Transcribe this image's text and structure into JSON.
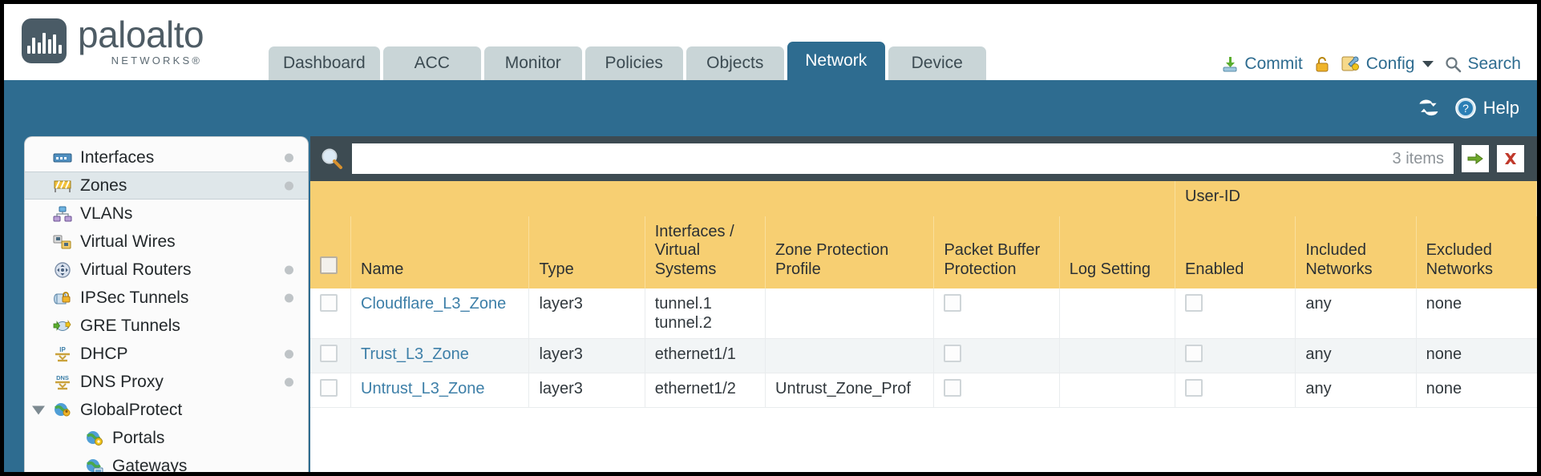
{
  "brand": {
    "name": "paloalto",
    "sub": "NETWORKS®",
    "logo_icon": "paloalto-bars-logo"
  },
  "nav": {
    "tabs": [
      {
        "label": "Dashboard",
        "active": false
      },
      {
        "label": "ACC",
        "active": false
      },
      {
        "label": "Monitor",
        "active": false
      },
      {
        "label": "Policies",
        "active": false
      },
      {
        "label": "Objects",
        "active": false
      },
      {
        "label": "Network",
        "active": true
      },
      {
        "label": "Device",
        "active": false
      }
    ]
  },
  "header_tools": {
    "commit_label": "Commit",
    "commit_icon": "commit-download-icon",
    "lock_icon": "lock-icon",
    "config_label": "Config",
    "config_icon": "config-wrench-icon",
    "config_caret": "chevron-down-icon",
    "search_label": "Search",
    "search_icon": "search-icon"
  },
  "blueband": {
    "refresh_icon": "refresh-icon",
    "help_label": "Help",
    "help_icon": "help-question-icon"
  },
  "sidebar": {
    "items": [
      {
        "label": "Interfaces",
        "icon": "interfaces-icon",
        "dot": true,
        "selected": false,
        "child": false,
        "expander": false
      },
      {
        "label": "Zones",
        "icon": "zones-icon",
        "dot": true,
        "selected": true,
        "child": false,
        "expander": false
      },
      {
        "label": "VLANs",
        "icon": "vlans-icon",
        "dot": false,
        "selected": false,
        "child": false,
        "expander": false
      },
      {
        "label": "Virtual Wires",
        "icon": "virtual-wires-icon",
        "dot": false,
        "selected": false,
        "child": false,
        "expander": false
      },
      {
        "label": "Virtual Routers",
        "icon": "virtual-routers-icon",
        "dot": true,
        "selected": false,
        "child": false,
        "expander": false
      },
      {
        "label": "IPSec Tunnels",
        "icon": "ipsec-tunnels-icon",
        "dot": true,
        "selected": false,
        "child": false,
        "expander": false
      },
      {
        "label": "GRE Tunnels",
        "icon": "gre-tunnels-icon",
        "dot": false,
        "selected": false,
        "child": false,
        "expander": false
      },
      {
        "label": "DHCP",
        "icon": "dhcp-icon",
        "dot": true,
        "selected": false,
        "child": false,
        "expander": false
      },
      {
        "label": "DNS Proxy",
        "icon": "dns-proxy-icon",
        "dot": true,
        "selected": false,
        "child": false,
        "expander": false
      },
      {
        "label": "GlobalProtect",
        "icon": "globalprotect-icon",
        "dot": false,
        "selected": false,
        "child": false,
        "expander": true
      },
      {
        "label": "Portals",
        "icon": "portals-icon",
        "dot": false,
        "selected": false,
        "child": true,
        "expander": false
      },
      {
        "label": "Gateways",
        "icon": "gateways-icon",
        "dot": false,
        "selected": false,
        "child": true,
        "expander": false
      }
    ]
  },
  "search": {
    "value": "",
    "placeholder": "",
    "icon": "search-icon",
    "items_count": "3 items",
    "go_icon": "arrow-right-icon",
    "clear_icon": "close-x-icon"
  },
  "table": {
    "group_header": "User-ID",
    "columns": [
      "Name",
      "Type",
      "Interfaces / Virtual Systems",
      "Zone Protection Profile",
      "Packet Buffer Protection",
      "Log Setting",
      "Enabled",
      "Included Networks",
      "Excluded Networks"
    ],
    "columns_split": {
      "interfaces": [
        "Interfaces /",
        "Virtual",
        "Systems"
      ],
      "zone_protection": [
        "Zone Protection",
        "Profile"
      ],
      "packet_buffer": [
        "Packet Buffer",
        "Protection"
      ],
      "included": [
        "Included",
        "Networks"
      ],
      "excluded": [
        "Excluded",
        "Networks"
      ]
    },
    "rows": [
      {
        "name": "Cloudflare_L3_Zone",
        "type": "layer3",
        "interfaces": [
          "tunnel.1",
          "tunnel.2"
        ],
        "zone_protection_profile": "",
        "packet_buffer_protection": false,
        "log_setting": "",
        "userid_enabled": false,
        "included_networks": "any",
        "excluded_networks": "none"
      },
      {
        "name": "Trust_L3_Zone",
        "type": "layer3",
        "interfaces": [
          "ethernet1/1"
        ],
        "zone_protection_profile": "",
        "packet_buffer_protection": false,
        "log_setting": "",
        "userid_enabled": false,
        "included_networks": "any",
        "excluded_networks": "none"
      },
      {
        "name": "Untrust_L3_Zone",
        "type": "layer3",
        "interfaces": [
          "ethernet1/2"
        ],
        "zone_protection_profile": "Untrust_Zone_Prof",
        "packet_buffer_protection": false,
        "log_setting": "",
        "userid_enabled": false,
        "included_networks": "any",
        "excluded_networks": "none"
      }
    ]
  },
  "colors": {
    "brand_blue": "#2e6c90",
    "header_amber": "#f7cf72",
    "group_amber": "#e0b348",
    "searchbar_slate": "#3d4b52",
    "link_blue": "#3d7fa8"
  }
}
